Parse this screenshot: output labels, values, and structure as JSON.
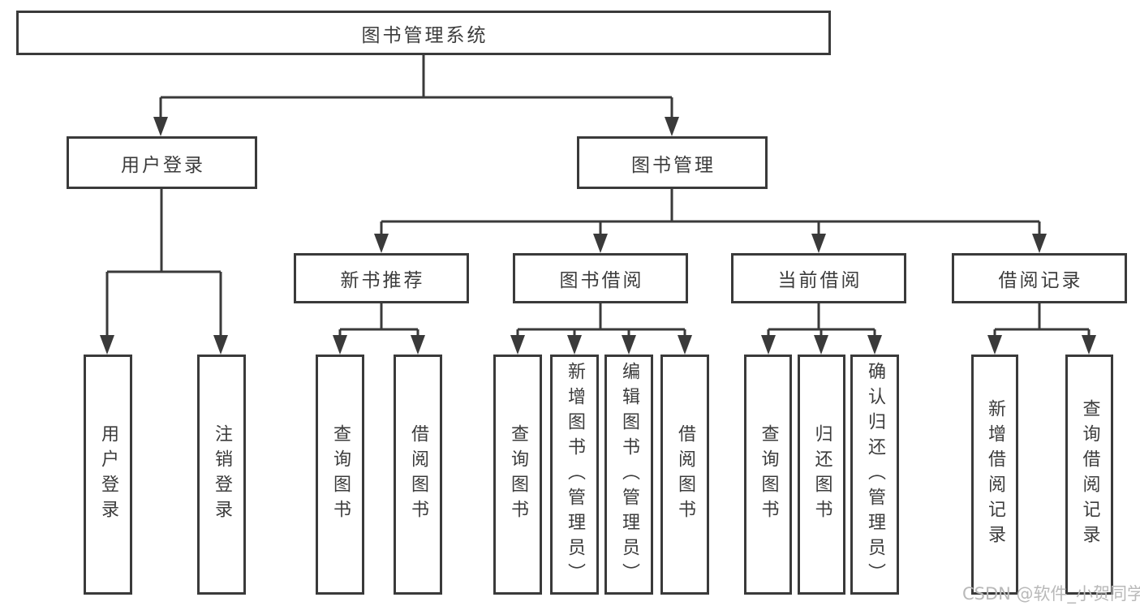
{
  "diagram": {
    "root": {
      "label": "图书管理系统"
    },
    "level1": [
      {
        "label": "用户登录"
      },
      {
        "label": "图书管理"
      }
    ],
    "level2": [
      {
        "label": "新书推荐",
        "parent": "图书管理"
      },
      {
        "label": "图书借阅",
        "parent": "图书管理"
      },
      {
        "label": "当前借阅",
        "parent": "图书管理"
      },
      {
        "label": "借阅记录",
        "parent": "图书管理"
      }
    ],
    "leaves": [
      {
        "label": "用户登录",
        "parent": "用户登录"
      },
      {
        "label": "注销登录",
        "parent": "用户登录"
      },
      {
        "label": "查询图书",
        "parent": "新书推荐"
      },
      {
        "label": "借阅图书",
        "parent": "新书推荐"
      },
      {
        "label": "查询图书",
        "parent": "图书借阅"
      },
      {
        "label": "新增图书（管理员）",
        "parent": "图书借阅"
      },
      {
        "label": "编辑图书（管理员）",
        "parent": "图书借阅"
      },
      {
        "label": "借阅图书",
        "parent": "图书借阅"
      },
      {
        "label": "查询图书",
        "parent": "当前借阅"
      },
      {
        "label": "归还图书",
        "parent": "当前借阅"
      },
      {
        "label": "确认归还（管理员）",
        "parent": "当前借阅"
      },
      {
        "label": "新增借阅记录",
        "parent": "借阅记录"
      },
      {
        "label": "查询借阅记录",
        "parent": "借阅记录"
      }
    ],
    "watermark": "CSDN @软件_小贺同学",
    "colors": {
      "line": "#3a3a3a",
      "text": "#3c3c3c",
      "watermark": "#b9b9b9",
      "background": "#ffffff"
    }
  }
}
